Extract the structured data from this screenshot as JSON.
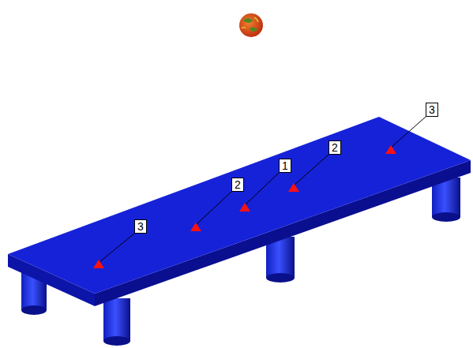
{
  "diagram": {
    "labels": [
      "3",
      "2",
      "1",
      "2",
      "3"
    ]
  }
}
